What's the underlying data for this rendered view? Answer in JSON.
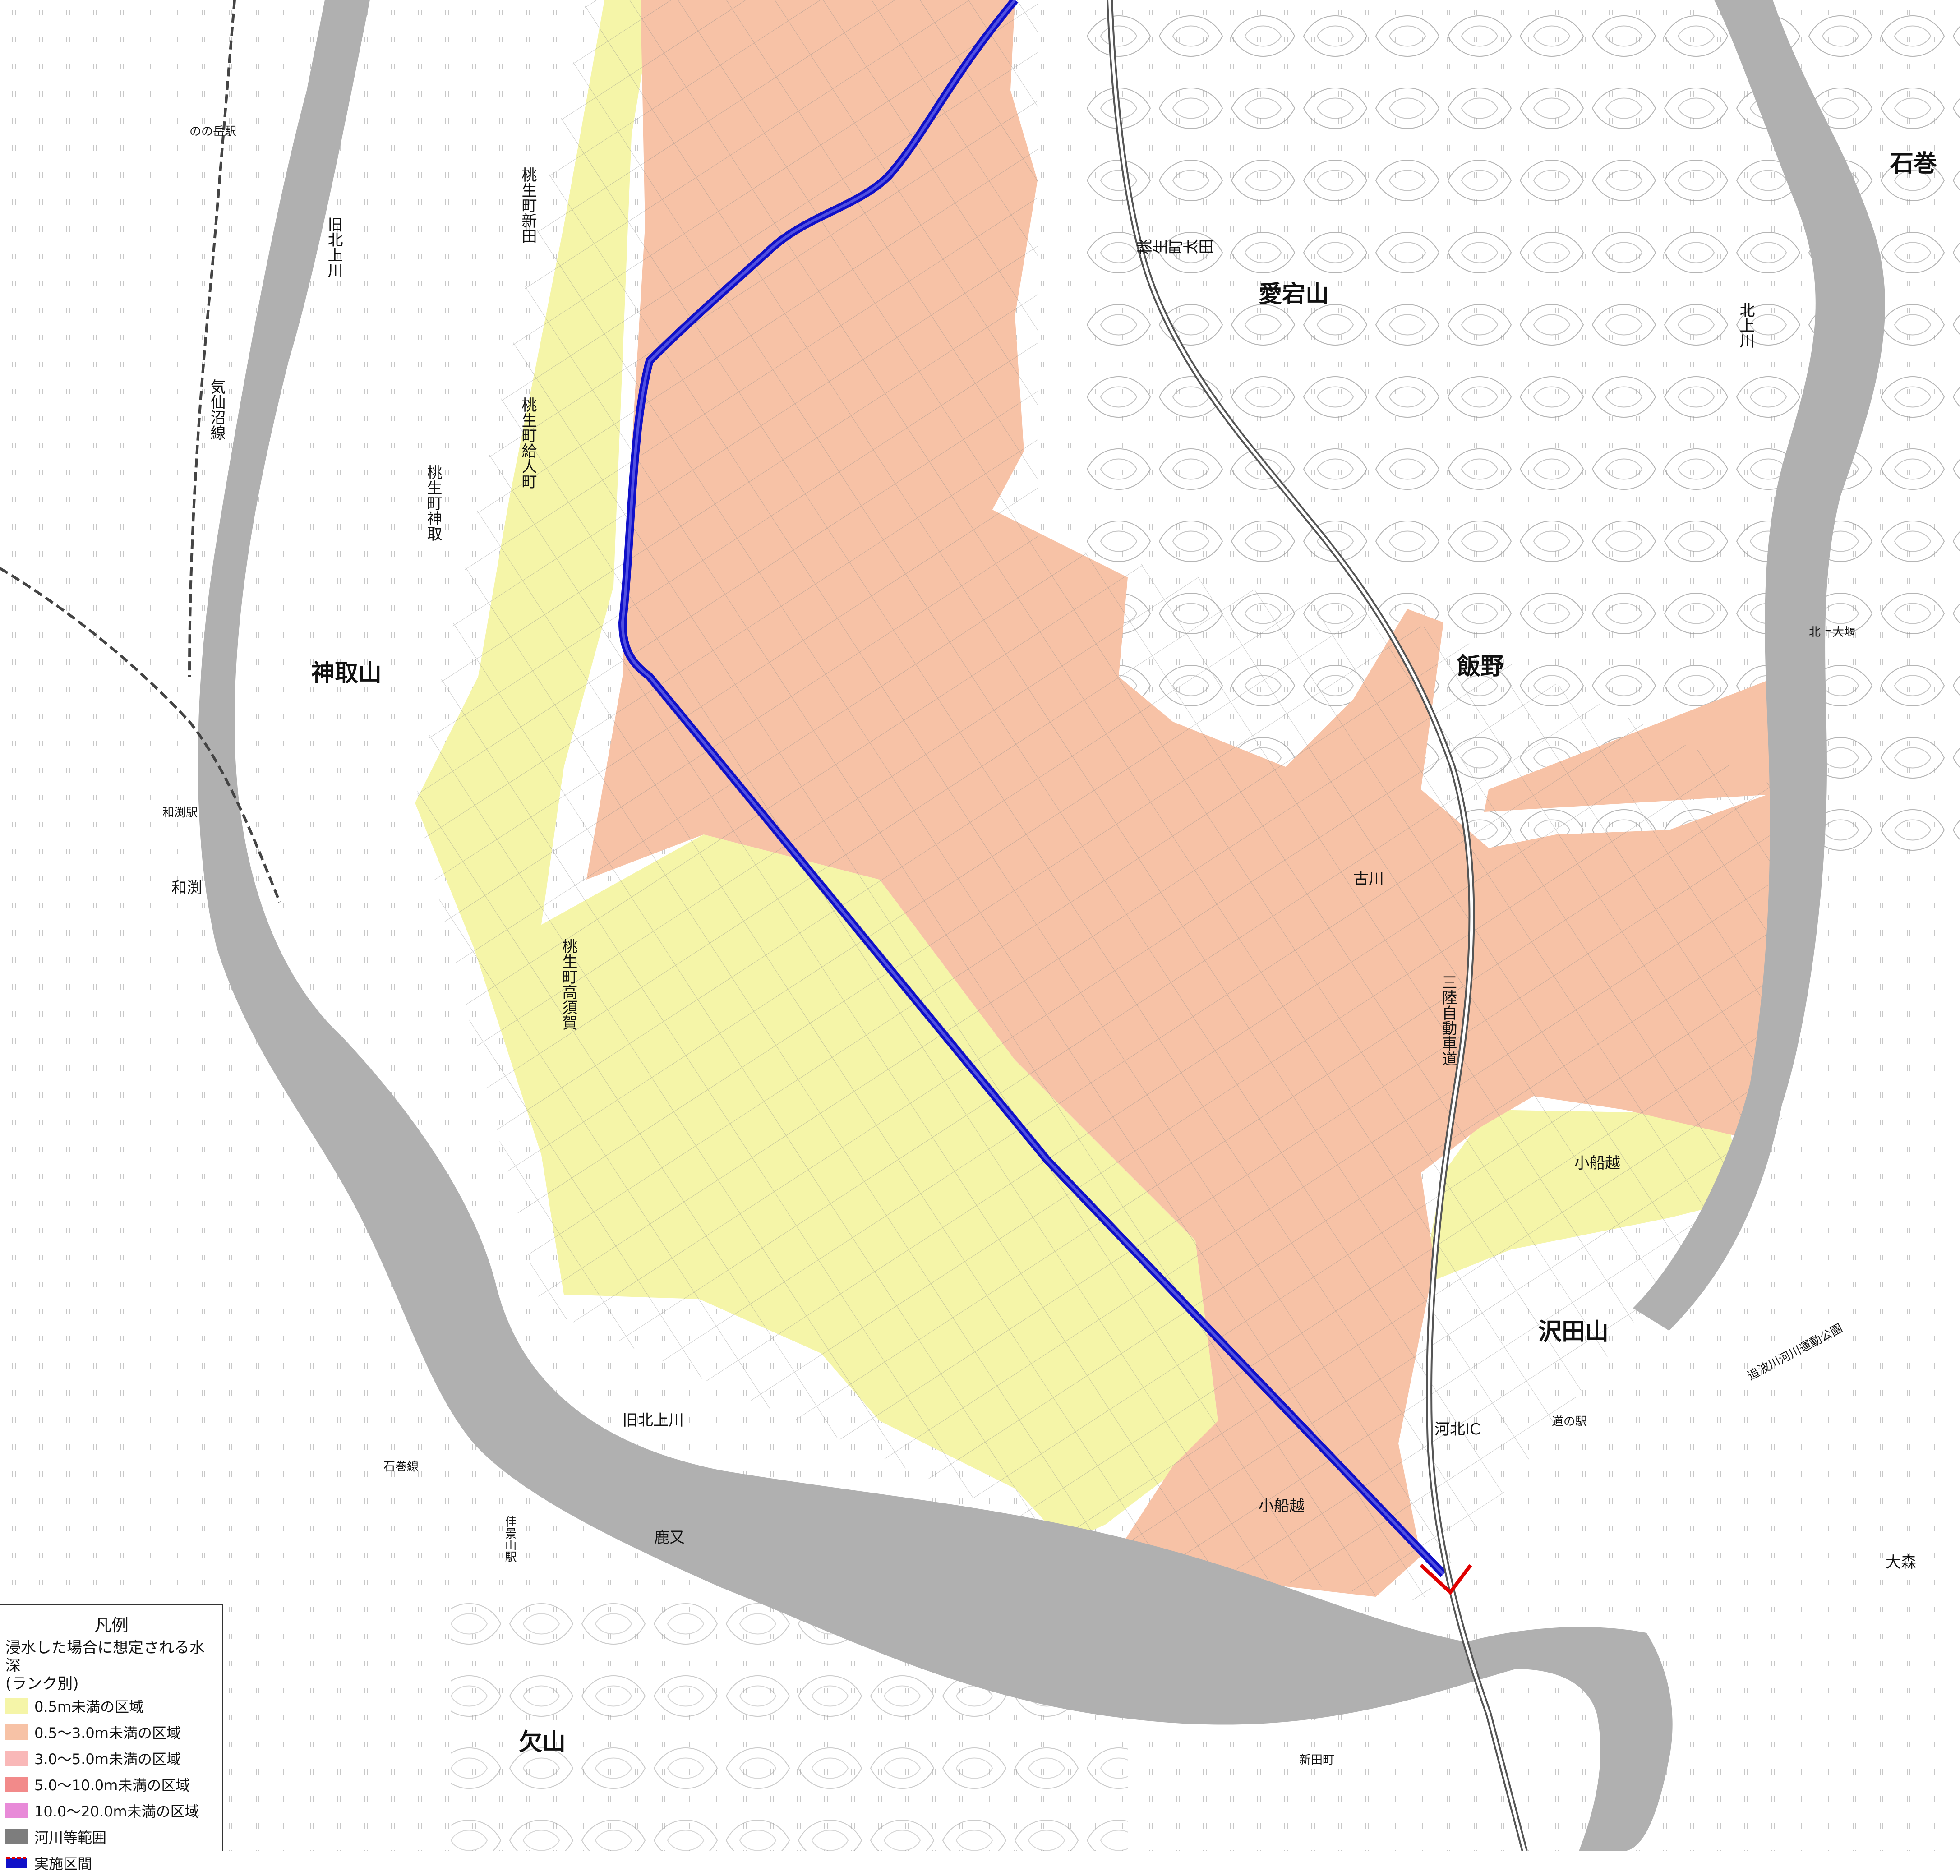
{
  "colors": {
    "river": "#b0b0b0",
    "lt05": "#f5f5a8",
    "d05_30": "#f7c2a6",
    "d30_50": "#f9b8b8",
    "d50_100": "#f28a8a",
    "d100_200": "#e88ad8",
    "river_range": "#7d7d7d",
    "section": "#e00000",
    "channel": "#1010c8"
  },
  "legend": {
    "title": "凡例",
    "subtitle_1": "浸水した場合に想定される水深",
    "subtitle_2": "(ランク別)",
    "items": [
      {
        "label": "0.5m未満の区域",
        "color": "#f5f5a8"
      },
      {
        "label": "0.5～3.0m未満の区域",
        "color": "#f7c2a6"
      },
      {
        "label": "3.0～5.0m未満の区域",
        "color": "#f9b8b8"
      },
      {
        "label": "5.0～10.0m未満の区域",
        "color": "#f28a8a"
      },
      {
        "label": "10.0～20.0m未満の区域",
        "color": "#e88ad8"
      },
      {
        "label": "河川等範囲",
        "color": "#7d7d7d"
      }
    ],
    "section_label": "実施区間"
  },
  "places": {
    "ishinomaki": "石巻",
    "atagoyama": "愛宕山",
    "iino": "飯野",
    "kamitoriyama": "神取山",
    "sawadayama": "沢田山",
    "kobunakoshi_e": "小船越",
    "kobunakoshi_s": "小船越",
    "kaneyama": "欠山",
    "kanodo": "鹿又",
    "omori": "大森",
    "wabuchi": "和渕",
    "momonou_ota": "桃生町太田",
    "momonou_shinden": "桃生町新田",
    "momonou_kyunyu": "桃生町給人町",
    "momonou_kamiba": "桃生町神取",
    "momonou_takasuga": "桃生町高須賀",
    "sanriku": "三陸自動車道",
    "kahoku_ic": "河北IC",
    "kyuu_kitakami_1": "旧北上川",
    "kyuu_kitakami_2": "旧北上川",
    "kitakami": "北上川",
    "kitakami_dam": "北上大堰",
    "furukawa": "古川",
    "kesennuma_line": "気仙沼線",
    "ishinomaki_line": "石巻線",
    "nonodake_st": "のの岳駅",
    "wabuchi_st": "和渕駅",
    "sakurayama_st": "佳景山駅",
    "shinden_machi": "新田町",
    "hall": "追波川河川運動公園",
    "michi_no_eki": "道の駅"
  }
}
